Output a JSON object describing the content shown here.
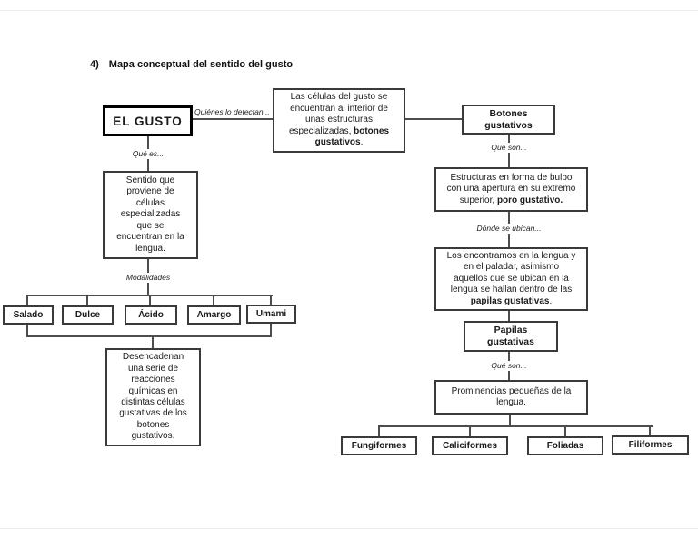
{
  "page": {
    "title_number": "4)",
    "title_text": "Mapa conceptual del sentido del gusto"
  },
  "colors": {
    "ink": "#1a1a1a",
    "box_border": "#3a3a3a",
    "connector": "#4d4d4d",
    "background": "#ffffff"
  },
  "labels": {
    "quienes": "Quiénes lo detectan...",
    "que_es": "Qué es...",
    "que_son_botones": "Qué son...",
    "donde_se_ubican": "Dónde se ubican...",
    "que_son_papilas": "Qué son...",
    "modalidades": "Modalidades"
  },
  "nodes": {
    "el_gusto": {
      "label": "EL GUSTO"
    },
    "las_celulas": {
      "text_pre": "Las células del gusto se\nencuentran al interior de\nunas estructuras\nespecializadas, ",
      "text_bold": "botones\ngustativos",
      "text_post": "."
    },
    "botones": {
      "label": "Botones\ngustativos"
    },
    "estructuras": {
      "text_pre": "Estructuras en forma de bulbo\ncon una apertura en su extremo\nsuperior, ",
      "text_bold": "poro gustativo.",
      "text_post": ""
    },
    "los_encontramos": {
      "text_pre": "Los encontramos en la lengua y\nen el paladar, asimismo\naquellos que se ubican en la\nlengua se hallan dentro de las\n",
      "text_bold": "papilas gustativas",
      "text_post": "."
    },
    "papilas": {
      "label": "Papilas\ngustativas"
    },
    "prominencias": {
      "text": "Prominencias pequeñas de la\nlengua."
    },
    "sentido": {
      "text": "Sentido que\nproviene de\ncélulas\nespecializadas\nque se\nencuentran en la\nlengua."
    },
    "desencadenan": {
      "text": "Desencadenan\nuna serie de\nreacciones\nquímicas en\ndistintas células\ngustativas de los\nbotones\ngustativos."
    }
  },
  "tastes": [
    "Salado",
    "Dulce",
    "Ácido",
    "Amargo",
    "Umami"
  ],
  "papilla_types": [
    "Fungiformes",
    "Caliciformes",
    "Foliadas",
    "Filiformes"
  ]
}
